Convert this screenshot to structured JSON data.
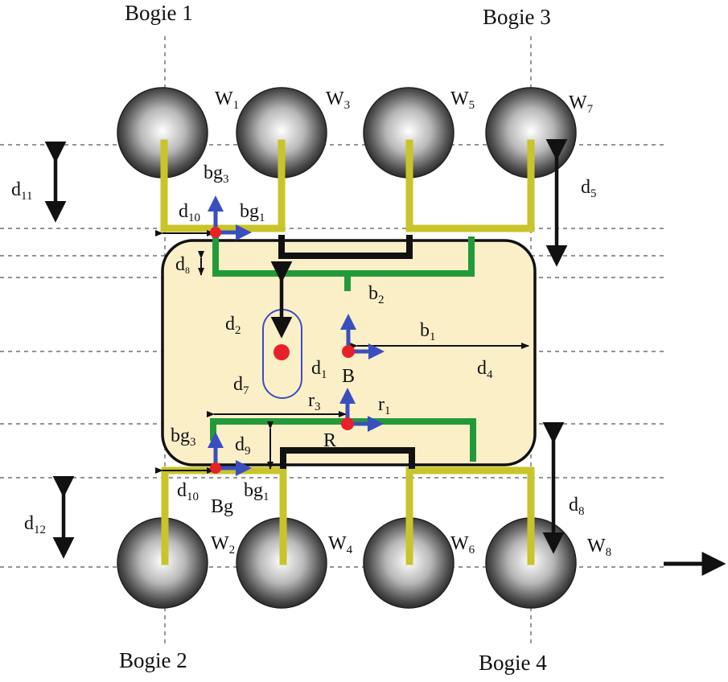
{
  "colors": {
    "body_fill": "#fbefc8",
    "body_stroke": "#111111",
    "suspension_green": "#239a3a",
    "bogie_frame_yellow": "#c9c42a",
    "axis_blue": "#3a4fbf",
    "cg_red": "#e8202a",
    "black": "#111111"
  },
  "bogies": {
    "b1": "Bogie 1",
    "b2": "Bogie 2",
    "b3": "Bogie 3",
    "b4": "Bogie 4"
  },
  "wheels": {
    "w1": {
      "base": "W",
      "sub": "1"
    },
    "w2": {
      "base": "W",
      "sub": "2"
    },
    "w3": {
      "base": "W",
      "sub": "3"
    },
    "w4": {
      "base": "W",
      "sub": "4"
    },
    "w5": {
      "base": "W",
      "sub": "5"
    },
    "w6": {
      "base": "W",
      "sub": "6"
    },
    "w7": {
      "base": "W",
      "sub": "7"
    },
    "w8": {
      "base": "W",
      "sub": "8"
    }
  },
  "dims": {
    "d1": {
      "base": "d",
      "sub": "1"
    },
    "d2": {
      "base": "d",
      "sub": "2"
    },
    "d4": {
      "base": "d",
      "sub": "4"
    },
    "d5": {
      "base": "d",
      "sub": "5"
    },
    "d7": {
      "base": "d",
      "sub": "7"
    },
    "d8_left": {
      "base": "d",
      "sub": "8"
    },
    "d8_right": {
      "base": "d",
      "sub": "8"
    },
    "d9": {
      "base": "d",
      "sub": "9"
    },
    "d10_top": {
      "base": "d",
      "sub": "10"
    },
    "d10_bottom": {
      "base": "d",
      "sub": "10"
    },
    "d11": {
      "base": "d",
      "sub": "11"
    },
    "d12": {
      "base": "d",
      "sub": "12"
    }
  },
  "frames": {
    "bg3_top": {
      "base": "bg",
      "sub": "3"
    },
    "bg1_top": {
      "base": "bg",
      "sub": "1"
    },
    "bg3_bottom": {
      "base": "bg",
      "sub": "3"
    },
    "bg1_bottom": {
      "base": "bg",
      "sub": "1"
    },
    "b1": {
      "base": "b",
      "sub": "1"
    },
    "b2": {
      "base": "b",
      "sub": "2"
    },
    "r1": {
      "base": "r",
      "sub": "1"
    },
    "r3": {
      "base": "r",
      "sub": "3"
    }
  },
  "points": {
    "B": "B",
    "R": "R",
    "Bg": "Bg"
  }
}
